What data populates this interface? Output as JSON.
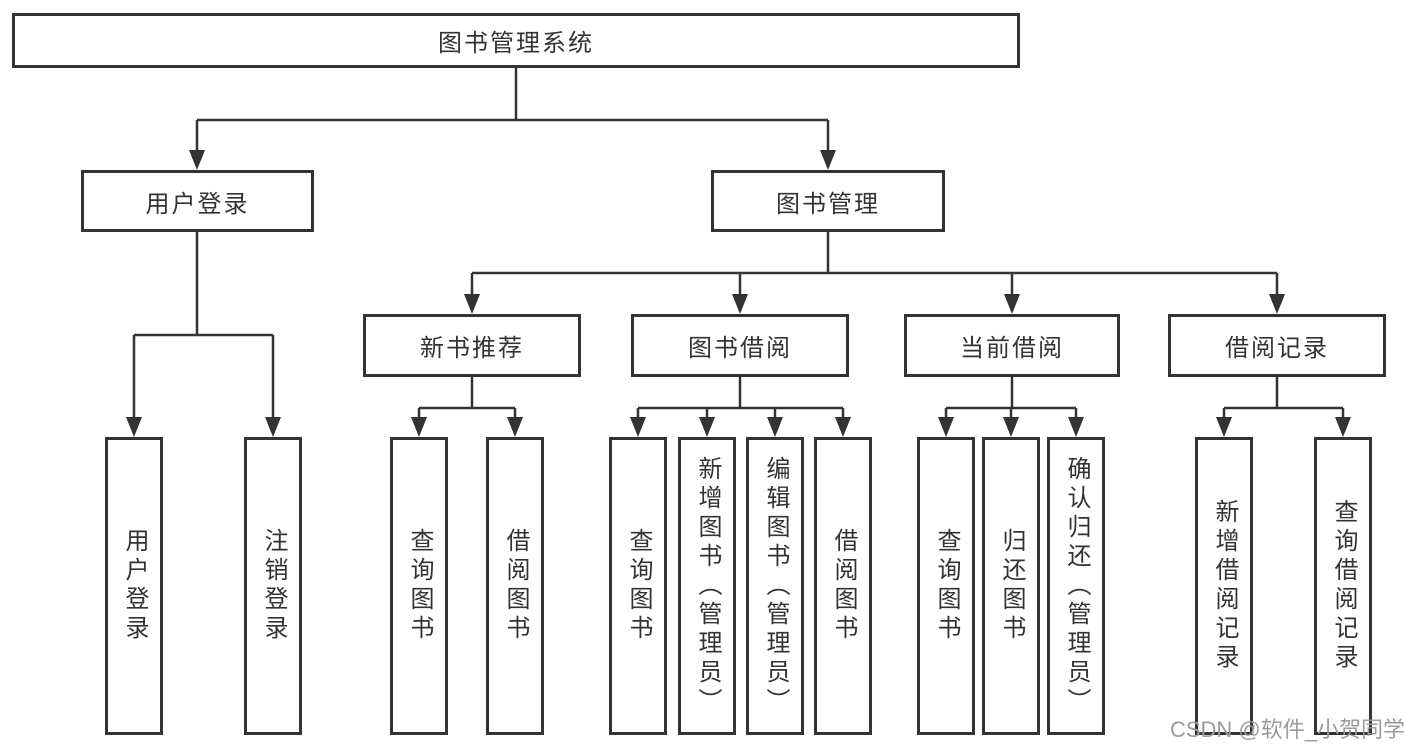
{
  "diagram_title": "图书管理系统",
  "watermark": "CSDN @软件_小贺同学",
  "colors": {
    "line": "#333333",
    "border": "#333333",
    "text": "#333333",
    "background": "#ffffff",
    "watermark": "#9b9b9b"
  },
  "nodes": {
    "root": "图书管理系统",
    "user_login": "用户登录",
    "book_mgmt": "图书管理",
    "new_book_rec": "新书推荐",
    "book_borrow": "图书借阅",
    "current_borrow": "当前借阅",
    "borrow_records": "借阅记录",
    "leaves": {
      "user_login": [
        "用户登录",
        "注销登录"
      ],
      "new_book_rec": [
        "查询图书",
        "借阅图书"
      ],
      "book_borrow": [
        "查询图书",
        "新增图书（管理员）",
        "编辑图书（管理员）",
        "借阅图书"
      ],
      "current_borrow": [
        "查询图书",
        "归还图书",
        "确认归还（管理员）"
      ],
      "borrow_records": [
        "新增借阅记录",
        "查询借阅记录"
      ]
    }
  }
}
